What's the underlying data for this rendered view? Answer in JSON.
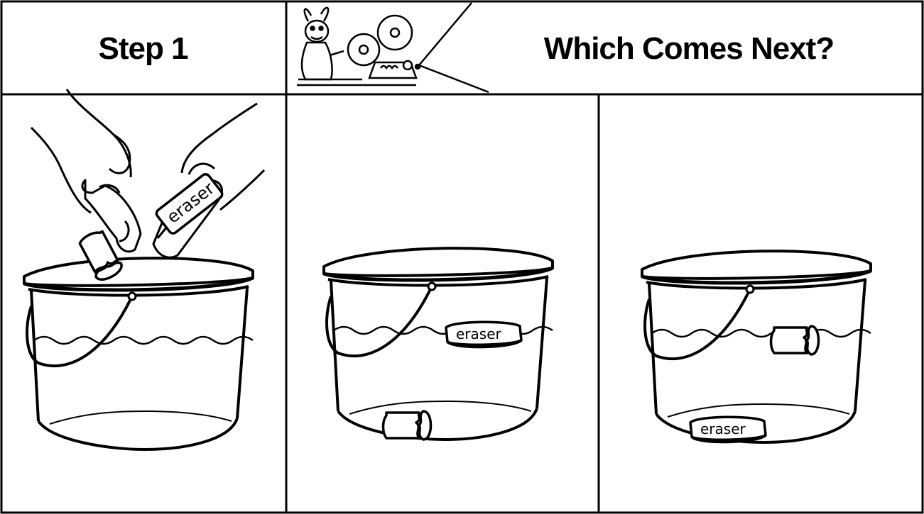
{
  "header": {
    "step_title": "Step 1",
    "question_title": "Which Comes Next?"
  },
  "labels": {
    "eraser_text": "eraser"
  },
  "icons": {
    "mascot": "rabbit-film-projector-icon"
  }
}
